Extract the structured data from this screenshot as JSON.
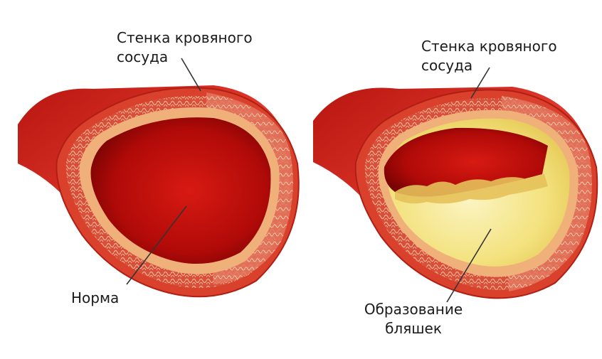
{
  "labels": {
    "left_wall_line1": "Стенка кровяного",
    "left_wall_line2": "сосуда",
    "left_normal": "Норма",
    "right_wall_line1": "Стенка кровяного",
    "right_wall_line2": "сосуда",
    "right_plaque_line1": "Образование",
    "right_plaque_line2": "бляшек"
  },
  "colors": {
    "outer_vessel": "#d42a20",
    "vessel_dark": "#a5100c",
    "wall_tissue": "#e8806a",
    "fiber": "#f3c9a8",
    "lumen": "#c90d0a",
    "lumen_dark": "#8c0606",
    "plaque": "#f2e07a",
    "plaque_light": "#faf3b8",
    "leader_line": "#333333"
  }
}
